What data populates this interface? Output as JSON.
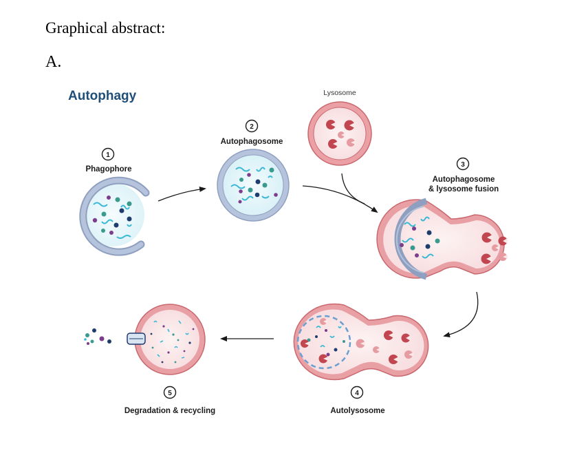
{
  "header": {
    "title": "Graphical abstract:",
    "panel": "A."
  },
  "diagram": {
    "title": "Autophagy",
    "lysosome_label": "Lysosome",
    "steps": [
      {
        "number": "1",
        "label": "Phagophore"
      },
      {
        "number": "2",
        "label": "Autophagosome"
      },
      {
        "number": "3",
        "label_line1": "Autophagosome",
        "label_line2": "& lysosome fusion"
      },
      {
        "number": "4",
        "label": "Autolysosome"
      },
      {
        "number": "5",
        "label": "Degradation & recycling"
      }
    ]
  },
  "colors": {
    "title_blue": "#1f4e79",
    "autophagosome_membrane": "#a8b8d4",
    "autophagosome_lumen": "#e8f7fb",
    "lysosome_membrane": "#e08a8e",
    "lysosome_lumen": "#fbe9ea",
    "enzyme": "#c2464f",
    "cargo_cyan": "#3ab8d6",
    "cargo_teal": "#3a9a8e",
    "cargo_navy": "#1f3c6e",
    "cargo_purple": "#7b3d8c"
  }
}
